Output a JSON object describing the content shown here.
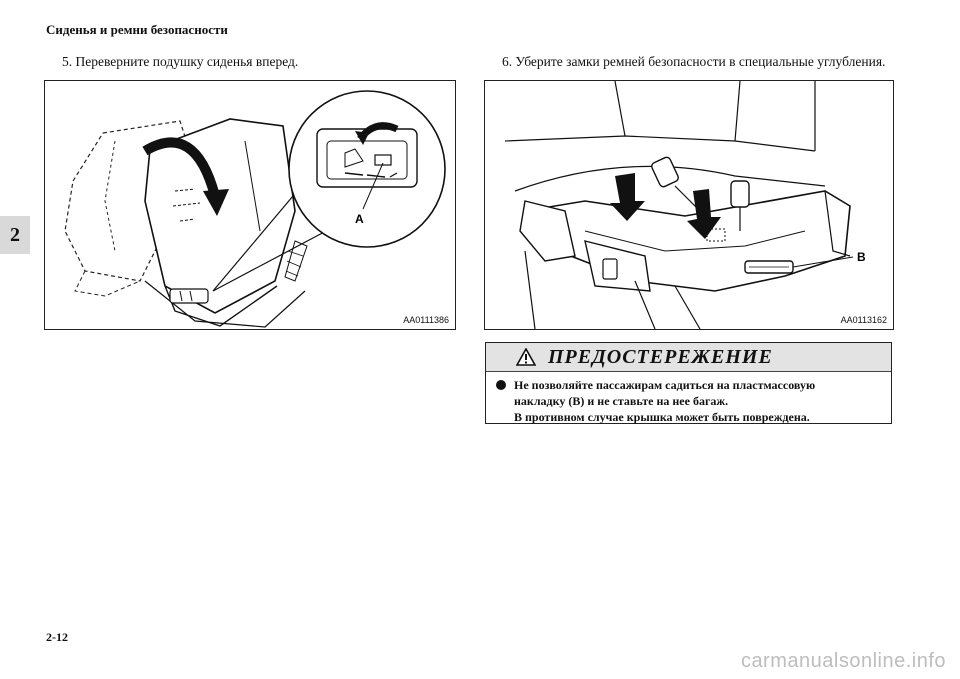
{
  "header": {
    "title": "Сиденья и ремни безопасности"
  },
  "chapter_tab": "2",
  "left": {
    "step": "5. Переверните подушку сиденья вперед.",
    "figure_code": "AA0111386",
    "callout": "A"
  },
  "right": {
    "step": "6. Уберите замки ремней безопасности в специальные углубления.",
    "figure_code": "AA0113162",
    "callout": "B"
  },
  "warning": {
    "icon": "warning-triangle-icon",
    "title": "ПРЕДОСТЕРЕЖЕНИЕ",
    "lines": [
      "Не позволяйте пассажирам садиться на пластмассовую",
      "накладку (B) и не ставьте на нее багаж.",
      "В противном случае крышка может быть повреждена."
    ]
  },
  "footer": {
    "page_number": "2-12"
  },
  "watermark": "carmanualsonline.info"
}
